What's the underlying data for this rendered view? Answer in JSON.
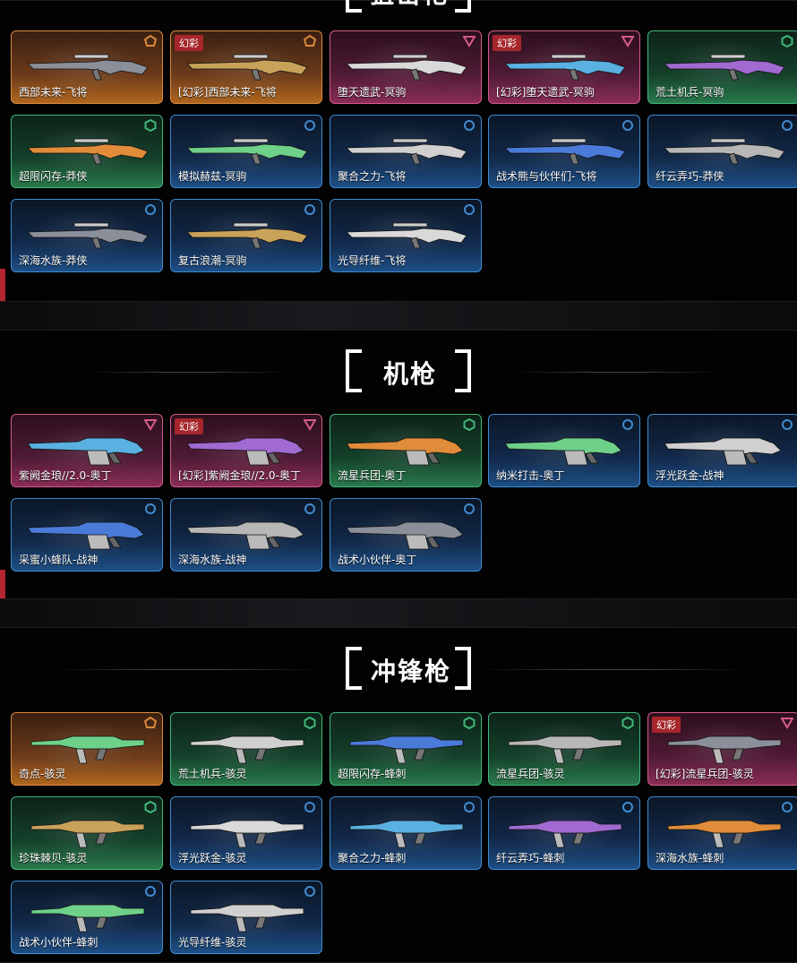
{
  "sections": [
    {
      "title": "狙击枪",
      "cards": [
        {
          "name": "西部未来-飞将",
          "tier": "orange",
          "badge": ""
        },
        {
          "name": "[幻彩]西部未来-飞将",
          "tier": "orange",
          "badge": "幻彩"
        },
        {
          "name": "堕天遗武-冥驹",
          "tier": "pink",
          "badge": ""
        },
        {
          "name": "[幻彩]堕天遗武-冥驹",
          "tier": "pink",
          "badge": "幻彩"
        },
        {
          "name": "荒土机兵-冥驹",
          "tier": "green",
          "badge": ""
        },
        {
          "name": "超限闪存-莽侠",
          "tier": "green",
          "badge": ""
        },
        {
          "name": "模拟赫兹-冥驹",
          "tier": "blue",
          "badge": ""
        },
        {
          "name": "聚合之力-飞将",
          "tier": "blue",
          "badge": ""
        },
        {
          "name": "战术熊与伙伴们-飞将",
          "tier": "blue",
          "badge": ""
        },
        {
          "name": "纤云弄巧-莽侠",
          "tier": "blue",
          "badge": ""
        },
        {
          "name": "深海水族-莽侠",
          "tier": "blue",
          "badge": ""
        },
        {
          "name": "复古浪潮-冥驹",
          "tier": "blue",
          "badge": ""
        },
        {
          "name": "光导纤维-飞将",
          "tier": "blue",
          "badge": ""
        }
      ]
    },
    {
      "title": "机枪",
      "cards": [
        {
          "name": "紫阙金琅//2.0-奥丁",
          "tier": "pink",
          "badge": ""
        },
        {
          "name": "[幻彩]紫阙金琅//2.0-奥丁",
          "tier": "pink",
          "badge": "幻彩"
        },
        {
          "name": "流星兵团-奥丁",
          "tier": "green",
          "badge": ""
        },
        {
          "name": "纳米打击-奥丁",
          "tier": "blue",
          "badge": ""
        },
        {
          "name": "浮光跃金-战神",
          "tier": "blue",
          "badge": ""
        },
        {
          "name": "采蜜小蜂队-战神",
          "tier": "blue",
          "badge": ""
        },
        {
          "name": "深海水族-战神",
          "tier": "blue",
          "badge": ""
        },
        {
          "name": "战术小伙伴-奥丁",
          "tier": "blue",
          "badge": ""
        }
      ]
    },
    {
      "title": "冲锋枪",
      "cards": [
        {
          "name": "奇点-骇灵",
          "tier": "orange",
          "badge": ""
        },
        {
          "name": "荒土机兵-骇灵",
          "tier": "green",
          "badge": ""
        },
        {
          "name": "超限闪存-蜂刺",
          "tier": "green",
          "badge": ""
        },
        {
          "name": "流星兵团-骇灵",
          "tier": "green",
          "badge": ""
        },
        {
          "name": "[幻彩]流星兵团-骇灵",
          "tier": "pink",
          "badge": "幻彩"
        },
        {
          "name": "珍珠棘贝-骇灵",
          "tier": "green",
          "badge": ""
        },
        {
          "name": "浮光跃金-骇灵",
          "tier": "blue",
          "badge": ""
        },
        {
          "name": "聚合之力-蜂刺",
          "tier": "blue",
          "badge": ""
        },
        {
          "name": "纤云弄巧-蜂刺",
          "tier": "blue",
          "badge": ""
        },
        {
          "name": "深海水族-蜂刺",
          "tier": "blue",
          "badge": ""
        },
        {
          "name": "战术小伙伴-蜂刺",
          "tier": "blue",
          "badge": ""
        },
        {
          "name": "光导纤维-骇灵",
          "tier": "blue",
          "badge": ""
        }
      ]
    }
  ],
  "tier_colors": {
    "orange": "#d98a3c",
    "pink": "#d65a8e",
    "green": "#3fb87a",
    "blue": "#3f8bd1"
  },
  "icons": {
    "orange": "pentagon-icon",
    "pink": "triangle-icon",
    "green": "hexagon-icon",
    "blue": "circle-icon"
  }
}
